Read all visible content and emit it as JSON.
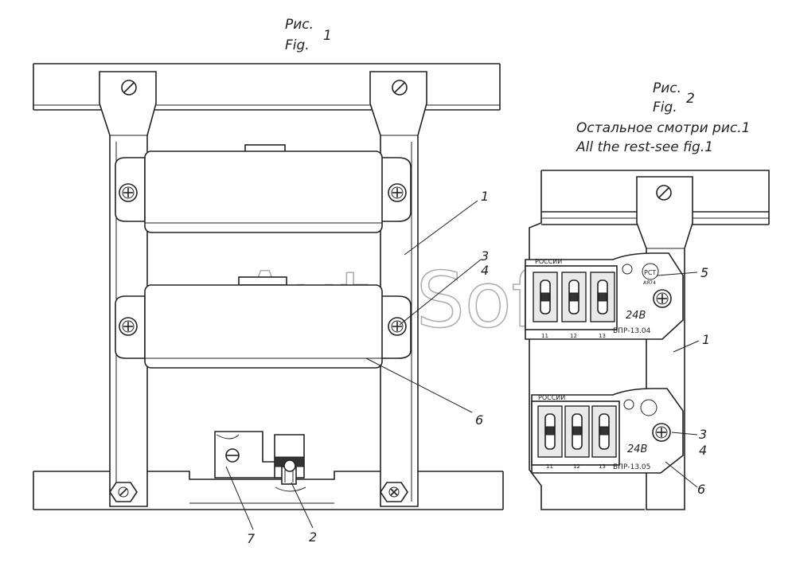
{
  "fig1": {
    "caption_ru": "Рис.",
    "caption_en": "Fig.",
    "number": "1",
    "callouts": [
      "1",
      "3",
      "4",
      "6",
      "7",
      "2"
    ]
  },
  "fig2": {
    "caption_ru": "Рис.",
    "caption_en": "Fig.",
    "number": "2",
    "note_ru": "Остальное смотри рис.1",
    "note_en": "All the rest-see fig.1",
    "callouts": [
      "5",
      "1",
      "3",
      "4",
      "6"
    ],
    "blocks": [
      {
        "maker": "РОССИИ",
        "voltage": "24В",
        "model": "БПР-13.04",
        "pin_a": "11",
        "pin_b": "12",
        "pin_c": "13"
      },
      {
        "maker": "РОССИИ",
        "voltage": "24В",
        "model": "БПР-13.05",
        "pin_a": "11",
        "pin_b": "12",
        "pin_c": "13"
      }
    ],
    "cert_mark": "РСТ",
    "cert_sub": "АЯ74"
  },
  "watermark": "AutoSoft"
}
